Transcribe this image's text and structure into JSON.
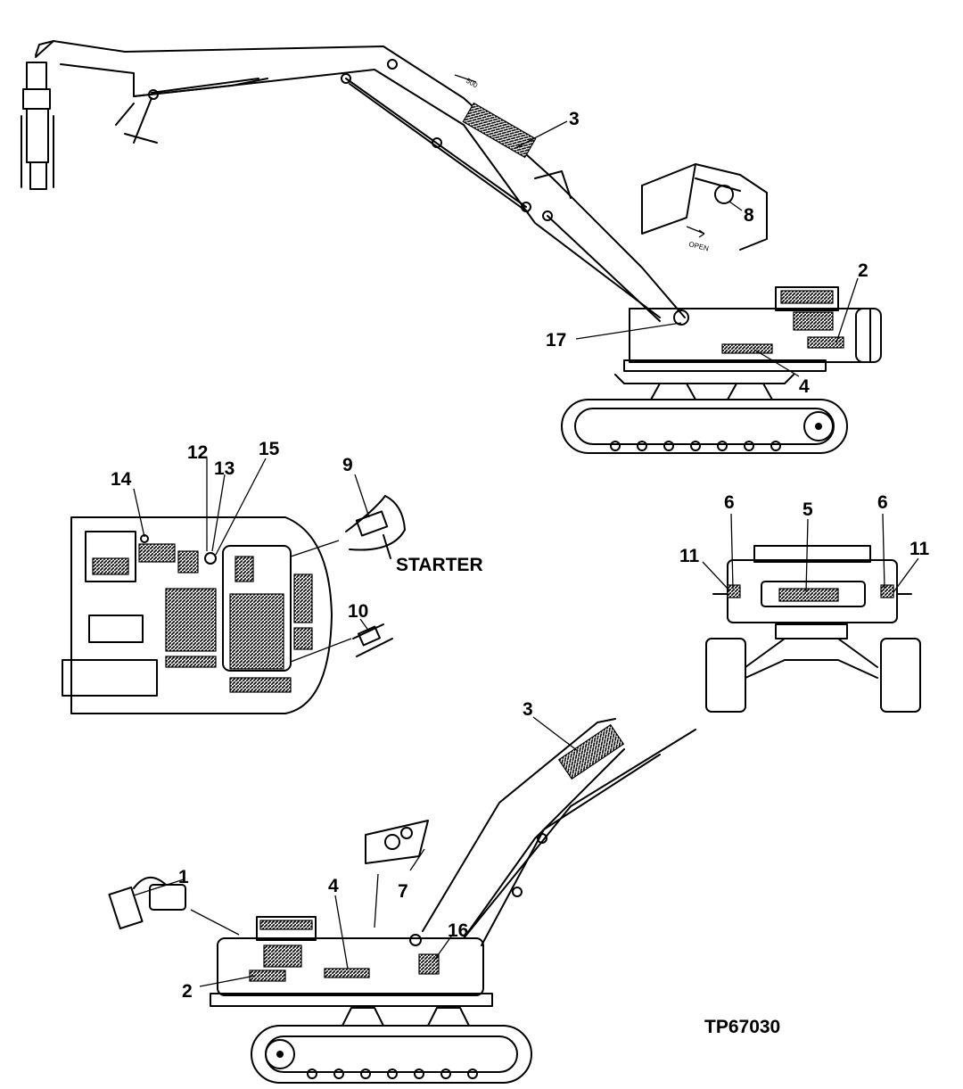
{
  "callouts": {
    "c1": "1",
    "c2a": "2",
    "c2b": "2",
    "c3a": "3",
    "c3b": "3",
    "c4a": "4",
    "c4b": "4",
    "c5": "5",
    "c6a": "6",
    "c6b": "6",
    "c7": "7",
    "c8": "8",
    "c9": "9",
    "c10": "10",
    "c11a": "11",
    "c11b": "11",
    "c12": "12",
    "c13": "13",
    "c14": "14",
    "c15": "15",
    "c16": "16",
    "c17": "17"
  },
  "labels": {
    "starter": "STARTER",
    "open": "OPEN",
    "boom_dim": "500",
    "figure_id": "TP67030"
  }
}
